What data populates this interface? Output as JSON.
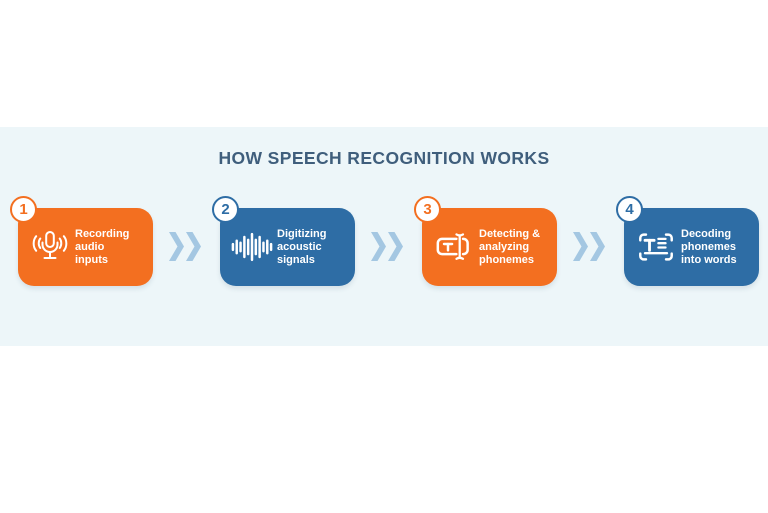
{
  "title": "HOW SPEECH RECOGNITION WORKS",
  "colors": {
    "orange": "#f36f20",
    "blue": "#2e6da5",
    "band_background": "#edf6f9",
    "title_text": "#3f5e7c",
    "chevron": "#a4c7e2",
    "step_text": "#ffffff"
  },
  "steps": [
    {
      "number": "1",
      "color": "orange",
      "icon": "microphone-icon",
      "lines": [
        "Recording",
        "audio",
        "inputs"
      ]
    },
    {
      "number": "2",
      "color": "blue",
      "icon": "waveform-icon",
      "lines": [
        "Digitizing",
        "acoustic",
        "signals"
      ]
    },
    {
      "number": "3",
      "color": "orange",
      "icon": "text-detection-icon",
      "lines": [
        "Detecting &",
        "analyzing",
        "phonemes"
      ]
    },
    {
      "number": "4",
      "color": "blue",
      "icon": "text-decode-icon",
      "lines": [
        "Decoding",
        "phonemes",
        "into words"
      ]
    }
  ]
}
